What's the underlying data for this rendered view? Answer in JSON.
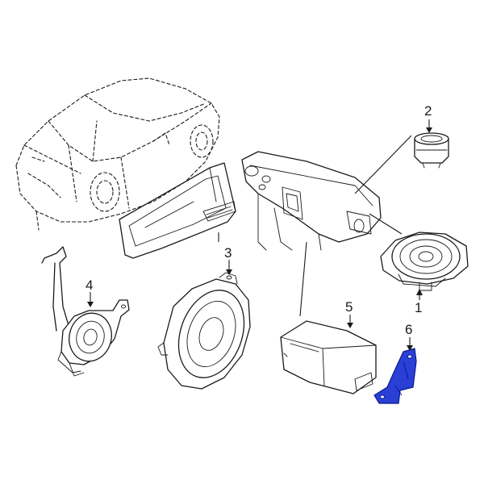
{
  "callouts": {
    "c1": "1",
    "c2": "2",
    "c3": "3",
    "c4": "4",
    "c5": "5",
    "c6": "6"
  },
  "highlight_color": "#2a3fd6",
  "highlighted_part": "6"
}
